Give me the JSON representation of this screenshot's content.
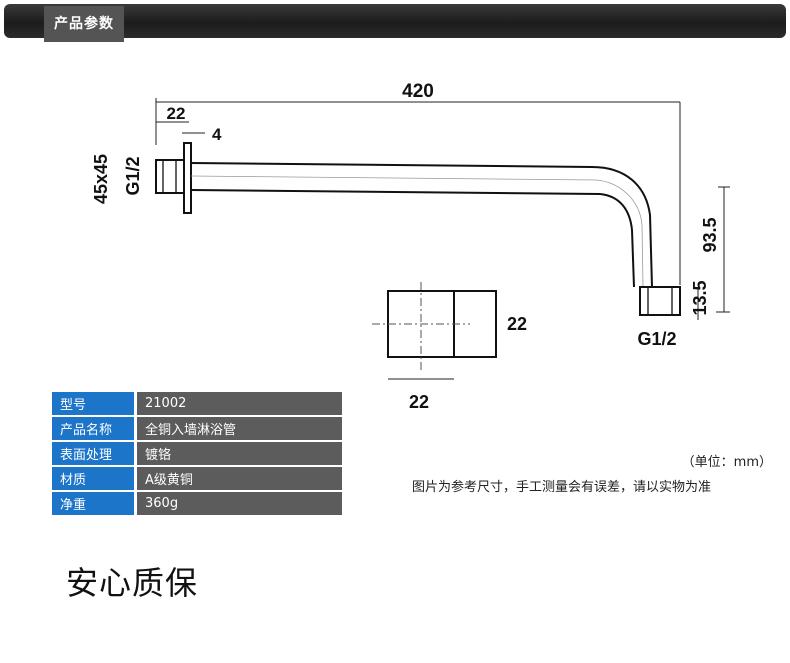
{
  "header": {
    "title": "产品参数"
  },
  "drawing": {
    "dimensions": {
      "total_length": "420",
      "flange_width": "22",
      "flange_thickness": "4",
      "flange_size": "45x45",
      "inlet_thread": "G1/2",
      "drop_height": "93.5",
      "outlet_height": "13.5",
      "outlet_thread": "G1/2",
      "section_height": "22",
      "section_width": "22"
    }
  },
  "specs": {
    "rows": [
      {
        "label": "型号",
        "value": "21002"
      },
      {
        "label": "产品名称",
        "value": "全铜入墙淋浴管"
      },
      {
        "label": "表面处理",
        "value": "镀铬"
      },
      {
        "label": "材质",
        "value": "A级黄铜"
      },
      {
        "label": "净重",
        "value": "360g"
      }
    ]
  },
  "notes": {
    "unit": "（单位：mm）",
    "disclaimer": "图片为参考尺寸，手工测量会有误差，请以实物为准"
  },
  "slogan": "安心质保"
}
